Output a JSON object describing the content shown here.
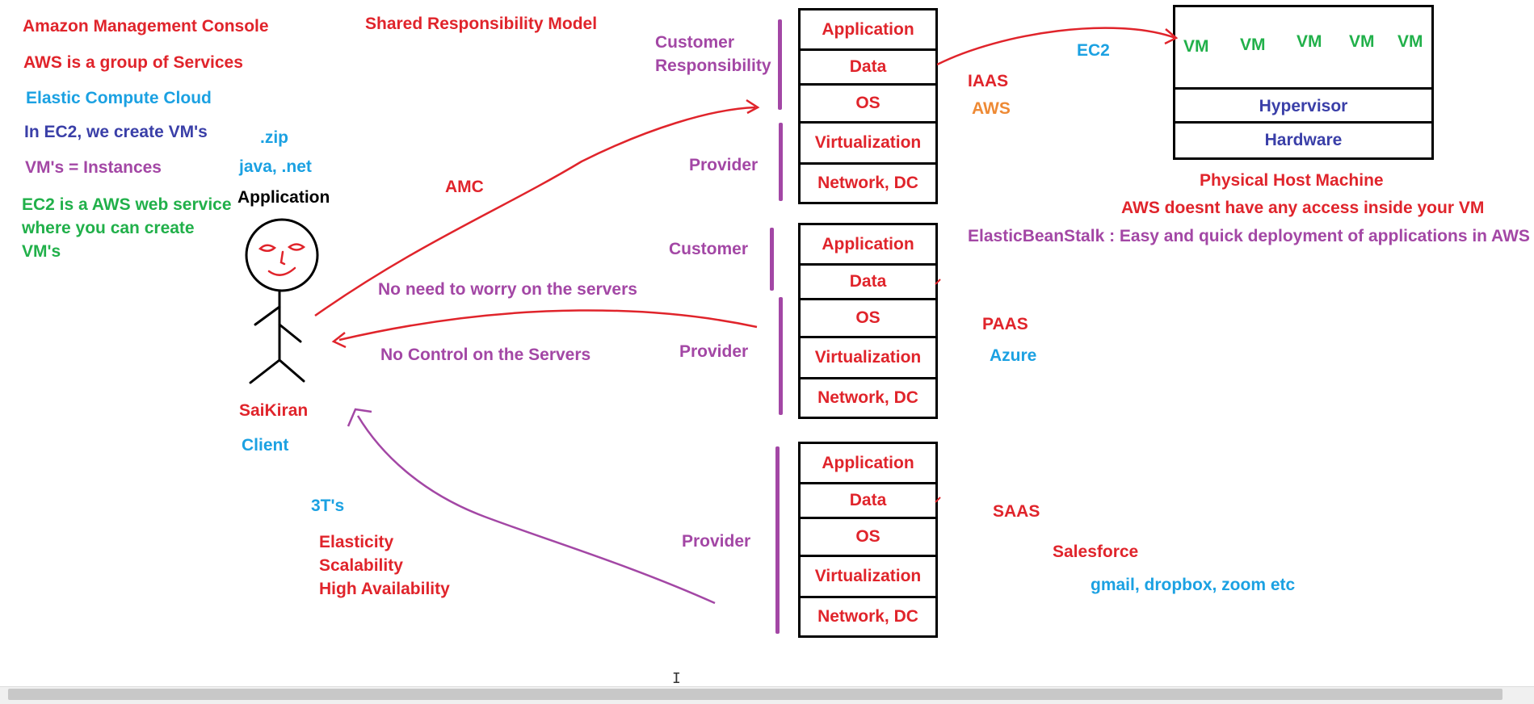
{
  "left_notes": {
    "amc": "Amazon Management Console",
    "aws_group": "AWS is a group of Services",
    "ecc": "Elastic Compute Cloud",
    "ec2_vm": "In EC2, we create VM's",
    "vm_instances": "VM's = Instances",
    "ec2_service_1": "EC2 is a AWS web service",
    "ec2_service_2": "where you can create",
    "ec2_service_3": "VM's"
  },
  "title": "Shared Responsibility Model",
  "client": {
    "zip": ".zip",
    "java_net": "java, .net",
    "application": "Application",
    "name": "SaiKiran",
    "role": "Client"
  },
  "arrows": {
    "amc": "AMC",
    "no_worry": "No need to worry on the servers",
    "no_control": "No Control on the Servers"
  },
  "three_ts": {
    "heading": "3T's",
    "items": [
      "Elasticity",
      "Scalability",
      "High Availability"
    ]
  },
  "stacks": [
    {
      "layers": [
        "Application",
        "Data",
        "OS",
        "Virtualization",
        "Network, DC"
      ],
      "customer_label_1": "Customer",
      "customer_label_2": "Responsibility",
      "provider_label": "Provider",
      "model": "IAAS",
      "example": "AWS"
    },
    {
      "layers": [
        "Application",
        "Data",
        "OS",
        "Virtualization",
        "Network, DC"
      ],
      "customer_label_1": "Customer",
      "provider_label": "Provider",
      "model": "PAAS",
      "example": "Azure"
    },
    {
      "layers": [
        "Application",
        "Data",
        "OS",
        "Virtualization",
        "Network, DC"
      ],
      "provider_label": "Provider",
      "model": "SAAS",
      "example": "Salesforce",
      "example2": "gmail, dropbox, zoom etc"
    }
  ],
  "host": {
    "ec2_label": "EC2",
    "vms": [
      "VM",
      "VM",
      "VM",
      "VM",
      "VM"
    ],
    "hypervisor": "Hypervisor",
    "hardware": "Hardware",
    "caption": "Physical Host Machine",
    "note": "AWS doesnt have any access inside your VM",
    "beanstalk": "ElasticBeanStalk : Easy and quick deployment of applications in AWS"
  }
}
